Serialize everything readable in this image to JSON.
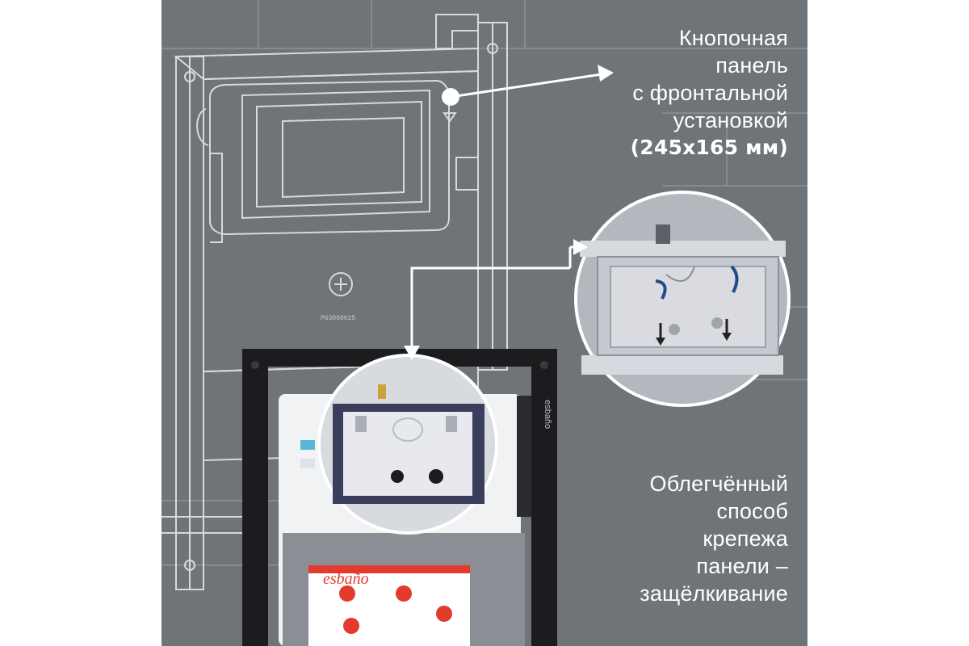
{
  "callout_top": {
    "lines": [
      "Кнопочная",
      "панель",
      "с фронтальной",
      "установкой"
    ],
    "size": "(245x165 мм)"
  },
  "callout_bottom": {
    "lines": [
      "Облегчённый",
      "способ",
      "крепежа",
      "панели –",
      "защёлкивание"
    ]
  },
  "product": {
    "brand": "esbaño",
    "side_brand": "esbaño",
    "frame_code": "PG3008025"
  },
  "colors": {
    "background": "#6f7479",
    "line": "#d7dadd",
    "frame": "#1c1c1f",
    "accent": "#e23b2e"
  }
}
